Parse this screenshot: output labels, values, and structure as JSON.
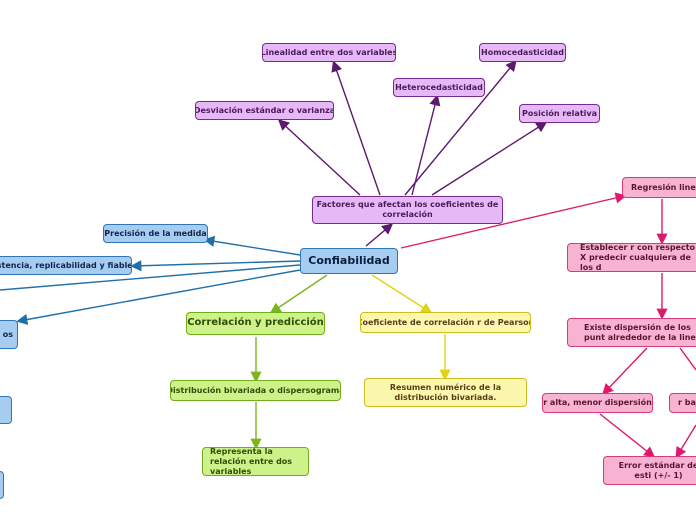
{
  "central": "Confiabilidad",
  "factors": {
    "title": "Factores que afectan los coeficientes de correlación",
    "items": [
      "Linealidad entre dos variables",
      "Homocedasticidad",
      "Heterocedasticidad",
      "Desviación estándar o varianza",
      "Posición relativa"
    ]
  },
  "blue_items": [
    "Precisión de la medida",
    "sistencia, replicabilidad y fiable",
    "os"
  ],
  "green": {
    "title": "Correlación y predicción",
    "distribution": "Distribución bivariada o dispersograma",
    "relation": "Representa la relación entre dos variables"
  },
  "yellow": {
    "title": "Coeficiente de correlación r de Pearson",
    "summary": "Resumen numérico de la distribución bivariada."
  },
  "pink": {
    "regression": "Regresión lineal",
    "establish": "Establecer r con respecto a X predecir cualquiera de los d",
    "dispersion": "Existe dispersión de los punt alrededor de la line",
    "r_high": "r alta, menor dispersión",
    "r_low": "r baj",
    "error": "Error estándar de esti (+/- 1)"
  },
  "colors": {
    "purple_line": "#5c1a6e",
    "blue_line": "#1f6fa8",
    "green_line": "#7ab51d",
    "yellow_line": "#e3d20f",
    "pink_line": "#e0186a"
  }
}
